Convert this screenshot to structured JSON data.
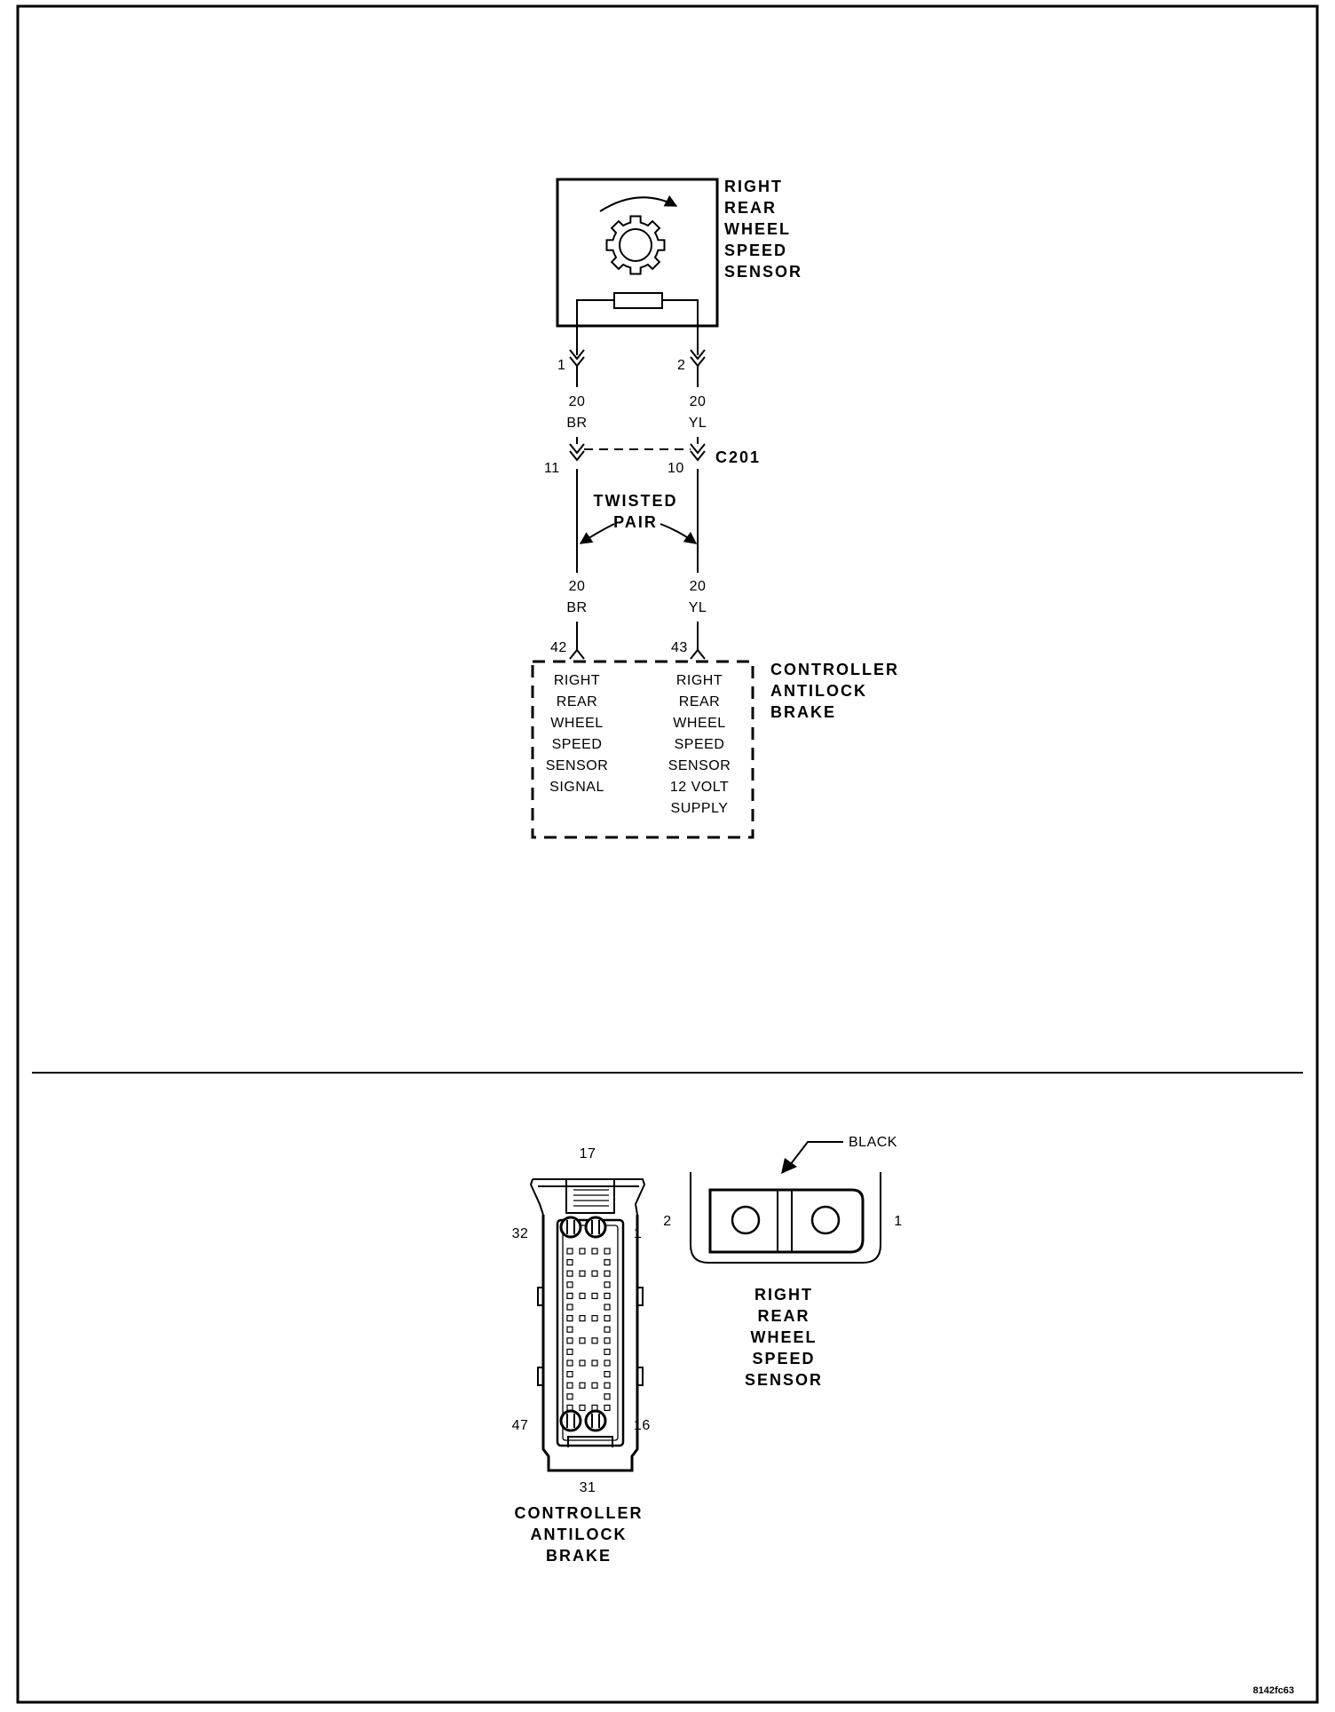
{
  "sensor": {
    "label": [
      "RIGHT",
      "REAR",
      "WHEEL",
      "SPEED",
      "SENSOR"
    ],
    "pins": [
      "1",
      "2"
    ]
  },
  "wires": {
    "left": {
      "gauge": "20",
      "color": "BR"
    },
    "right": {
      "gauge": "20",
      "color": "YL"
    }
  },
  "connector_c201": {
    "name": "C201",
    "pins": [
      "11",
      "10"
    ]
  },
  "twisted_pair": [
    "TWISTED",
    "PAIR"
  ],
  "controller": {
    "label": [
      "CONTROLLER",
      "ANTILOCK",
      "BRAKE"
    ],
    "pins": [
      "42",
      "43"
    ],
    "pin42_function": [
      "RIGHT",
      "REAR",
      "WHEEL",
      "SPEED",
      "SENSOR",
      "SIGNAL"
    ],
    "pin43_function": [
      "RIGHT",
      "REAR",
      "WHEEL",
      "SPEED",
      "SENSOR",
      "12 VOLT",
      "SUPPLY"
    ]
  },
  "connector_views": {
    "controller": {
      "pin_numbers": [
        "17",
        "32",
        "1",
        "47",
        "16",
        "31"
      ],
      "label": [
        "CONTROLLER",
        "ANTILOCK",
        "BRAKE"
      ]
    },
    "sensor": {
      "color_callout": "BLACK",
      "pin_numbers": [
        "2",
        "1"
      ],
      "label": [
        "RIGHT",
        "REAR",
        "WHEEL",
        "SPEED",
        "SENSOR"
      ]
    }
  },
  "figure_id": "8142fc63"
}
